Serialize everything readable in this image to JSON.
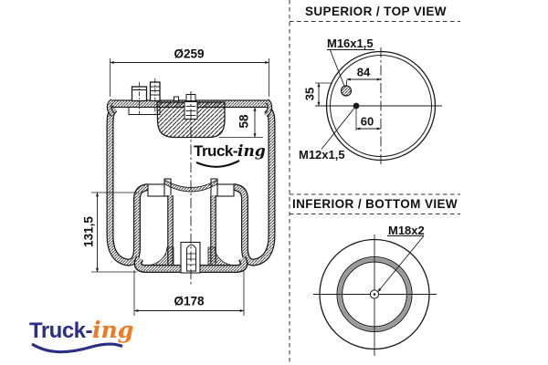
{
  "side_view": {
    "dimensions": {
      "top_plate_diameter": "Ø259",
      "plate_to_bumper_height": "58",
      "body_height": "131,5",
      "piston_diameter": "Ø178"
    },
    "watermark": {
      "part1": "Truck-",
      "part2": "ing"
    }
  },
  "top_view": {
    "title": "SUPERIOR / TOP VIEW",
    "labels": {
      "stud_thread": "M16x1,5",
      "stud_offset_x": "84",
      "stud_offset_y": "35",
      "hole_offset_x": "60",
      "hole_thread": "M12x1,5"
    }
  },
  "bottom_view": {
    "title": "INFERIOR / BOTTOM VIEW",
    "labels": {
      "center_thread": "M18x2"
    }
  },
  "logo": {
    "part1": "Truck-",
    "part2": "ing"
  },
  "colors": {
    "line": "#1a1a1a",
    "logo_blue": "#2a2f85",
    "logo_orange": "#ee7b22",
    "ring_gray": "#999999"
  }
}
